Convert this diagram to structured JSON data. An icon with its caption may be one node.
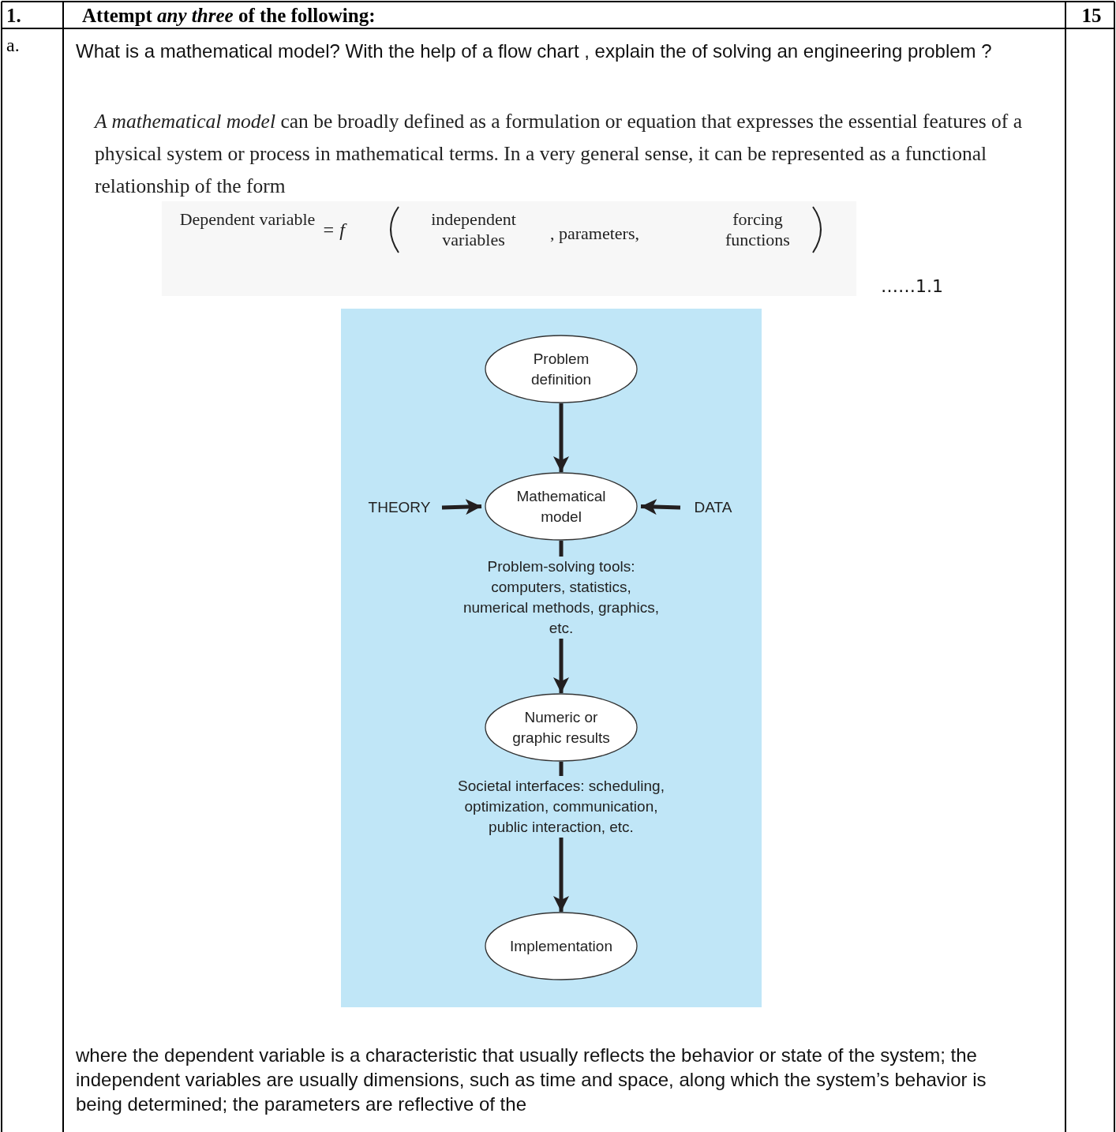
{
  "diagram": {
    "nodes": [
      {
        "text": [
          "Problem definition"
        ]
      },
      {
        "text": [
          "Mathematical model"
        ]
      },
      {
        "text": [
          "Numeric or graphic results"
        ]
      },
      {
        "text": [
          "Implementation"
        ]
      },
      {
        "text": [
          "THEORY"
        ]
      },
      {
        "text": [
          "DATA"
        ]
      }
    ],
    "edges": [
      {
        "from": 0,
        "to": 1,
        "arrow": "to"
      },
      {
        "from": 4,
        "to": 1,
        "arrow": "to"
      },
      {
        "from": 5,
        "to": 1,
        "arrow": "to"
      },
      {
        "from": 1,
        "to": 2,
        "arrow": "to",
        "label": "Problem-solving tools: computers, statistics, numerical methods, graphics, etc."
      },
      {
        "from": 2,
        "to": 3,
        "arrow": "to",
        "label": "Societal interfaces: scheduling, optimization, communication, public interaction, etc."
      }
    ],
    "labels": [
      "1.",
      "Attempt *any three* of the following:",
      "15",
      "a.",
      "What is a mathematical model? With the help of a flow chart , explain the of solving an engineering  problem ?",
      "*A mathematical model* can be broadly defined as a formulation or equation that expresses the essential features of a physical system or process in mathematical terms. In a very general sense, it can be represented as a functional relationship of the form",
      "Dependent variable",
      "= f",
      "independent variables",
      ", parameters,",
      "forcing functions",
      "……1.1",
      "where the dependent variable is a characteristic that usually reflects the behavior or state of the system; the independent variables are usually dimensions, such as time and space, along which the system’s behavior is being determined; the parameters are reflective of the"
    ]
  }
}
